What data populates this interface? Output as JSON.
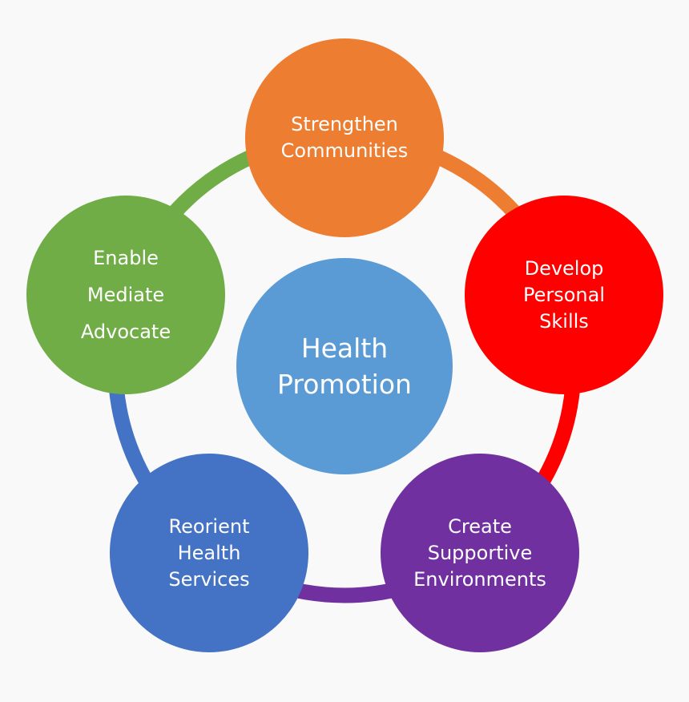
{
  "center": {
    "lines": [
      "Health",
      "Promotion"
    ],
    "color": "#5b9bd5"
  },
  "nodes": [
    {
      "id": "strengthen-communities",
      "lines": [
        "Strengthen",
        "Communities"
      ],
      "color": "#ed7d31"
    },
    {
      "id": "develop-personal-skills",
      "lines": [
        "Develop",
        "Personal",
        "Skills"
      ],
      "color": "#ff0000"
    },
    {
      "id": "create-supportive-environments",
      "lines": [
        "Create",
        "Supportive",
        "Environments"
      ],
      "color": "#7030a0"
    },
    {
      "id": "reorient-health-services",
      "lines": [
        "Reorient",
        "Health",
        "Services"
      ],
      "color": "#4472c4"
    },
    {
      "id": "enable-mediate-advocate",
      "lines": [
        "Enable",
        "Mediate",
        "Advocate"
      ],
      "color": "#70ad47"
    }
  ]
}
